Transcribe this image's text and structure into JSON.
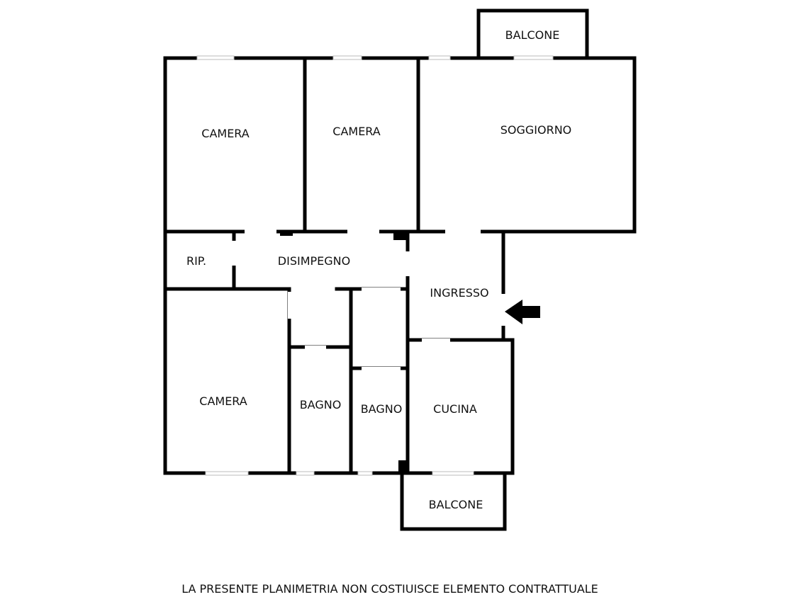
{
  "rooms": {
    "balcone_top": "BALCONE",
    "camera_1": "CAMERA",
    "camera_2": "CAMERA",
    "soggiorno": "SOGGIORNO",
    "ripostiglio": "RIP.",
    "disimpegno": "DISIMPEGNO",
    "ingresso": "INGRESSO",
    "camera_3": "CAMERA",
    "bagno_1": "BAGNO",
    "bagno_2": "BAGNO",
    "cucina": "CUCINA",
    "balcone_bottom": "BALCONE"
  },
  "disclaimer": "LA PRESENTE PLANIMETRIA NON COSTIUISCE ELEMENTO CONTRATTUALE"
}
